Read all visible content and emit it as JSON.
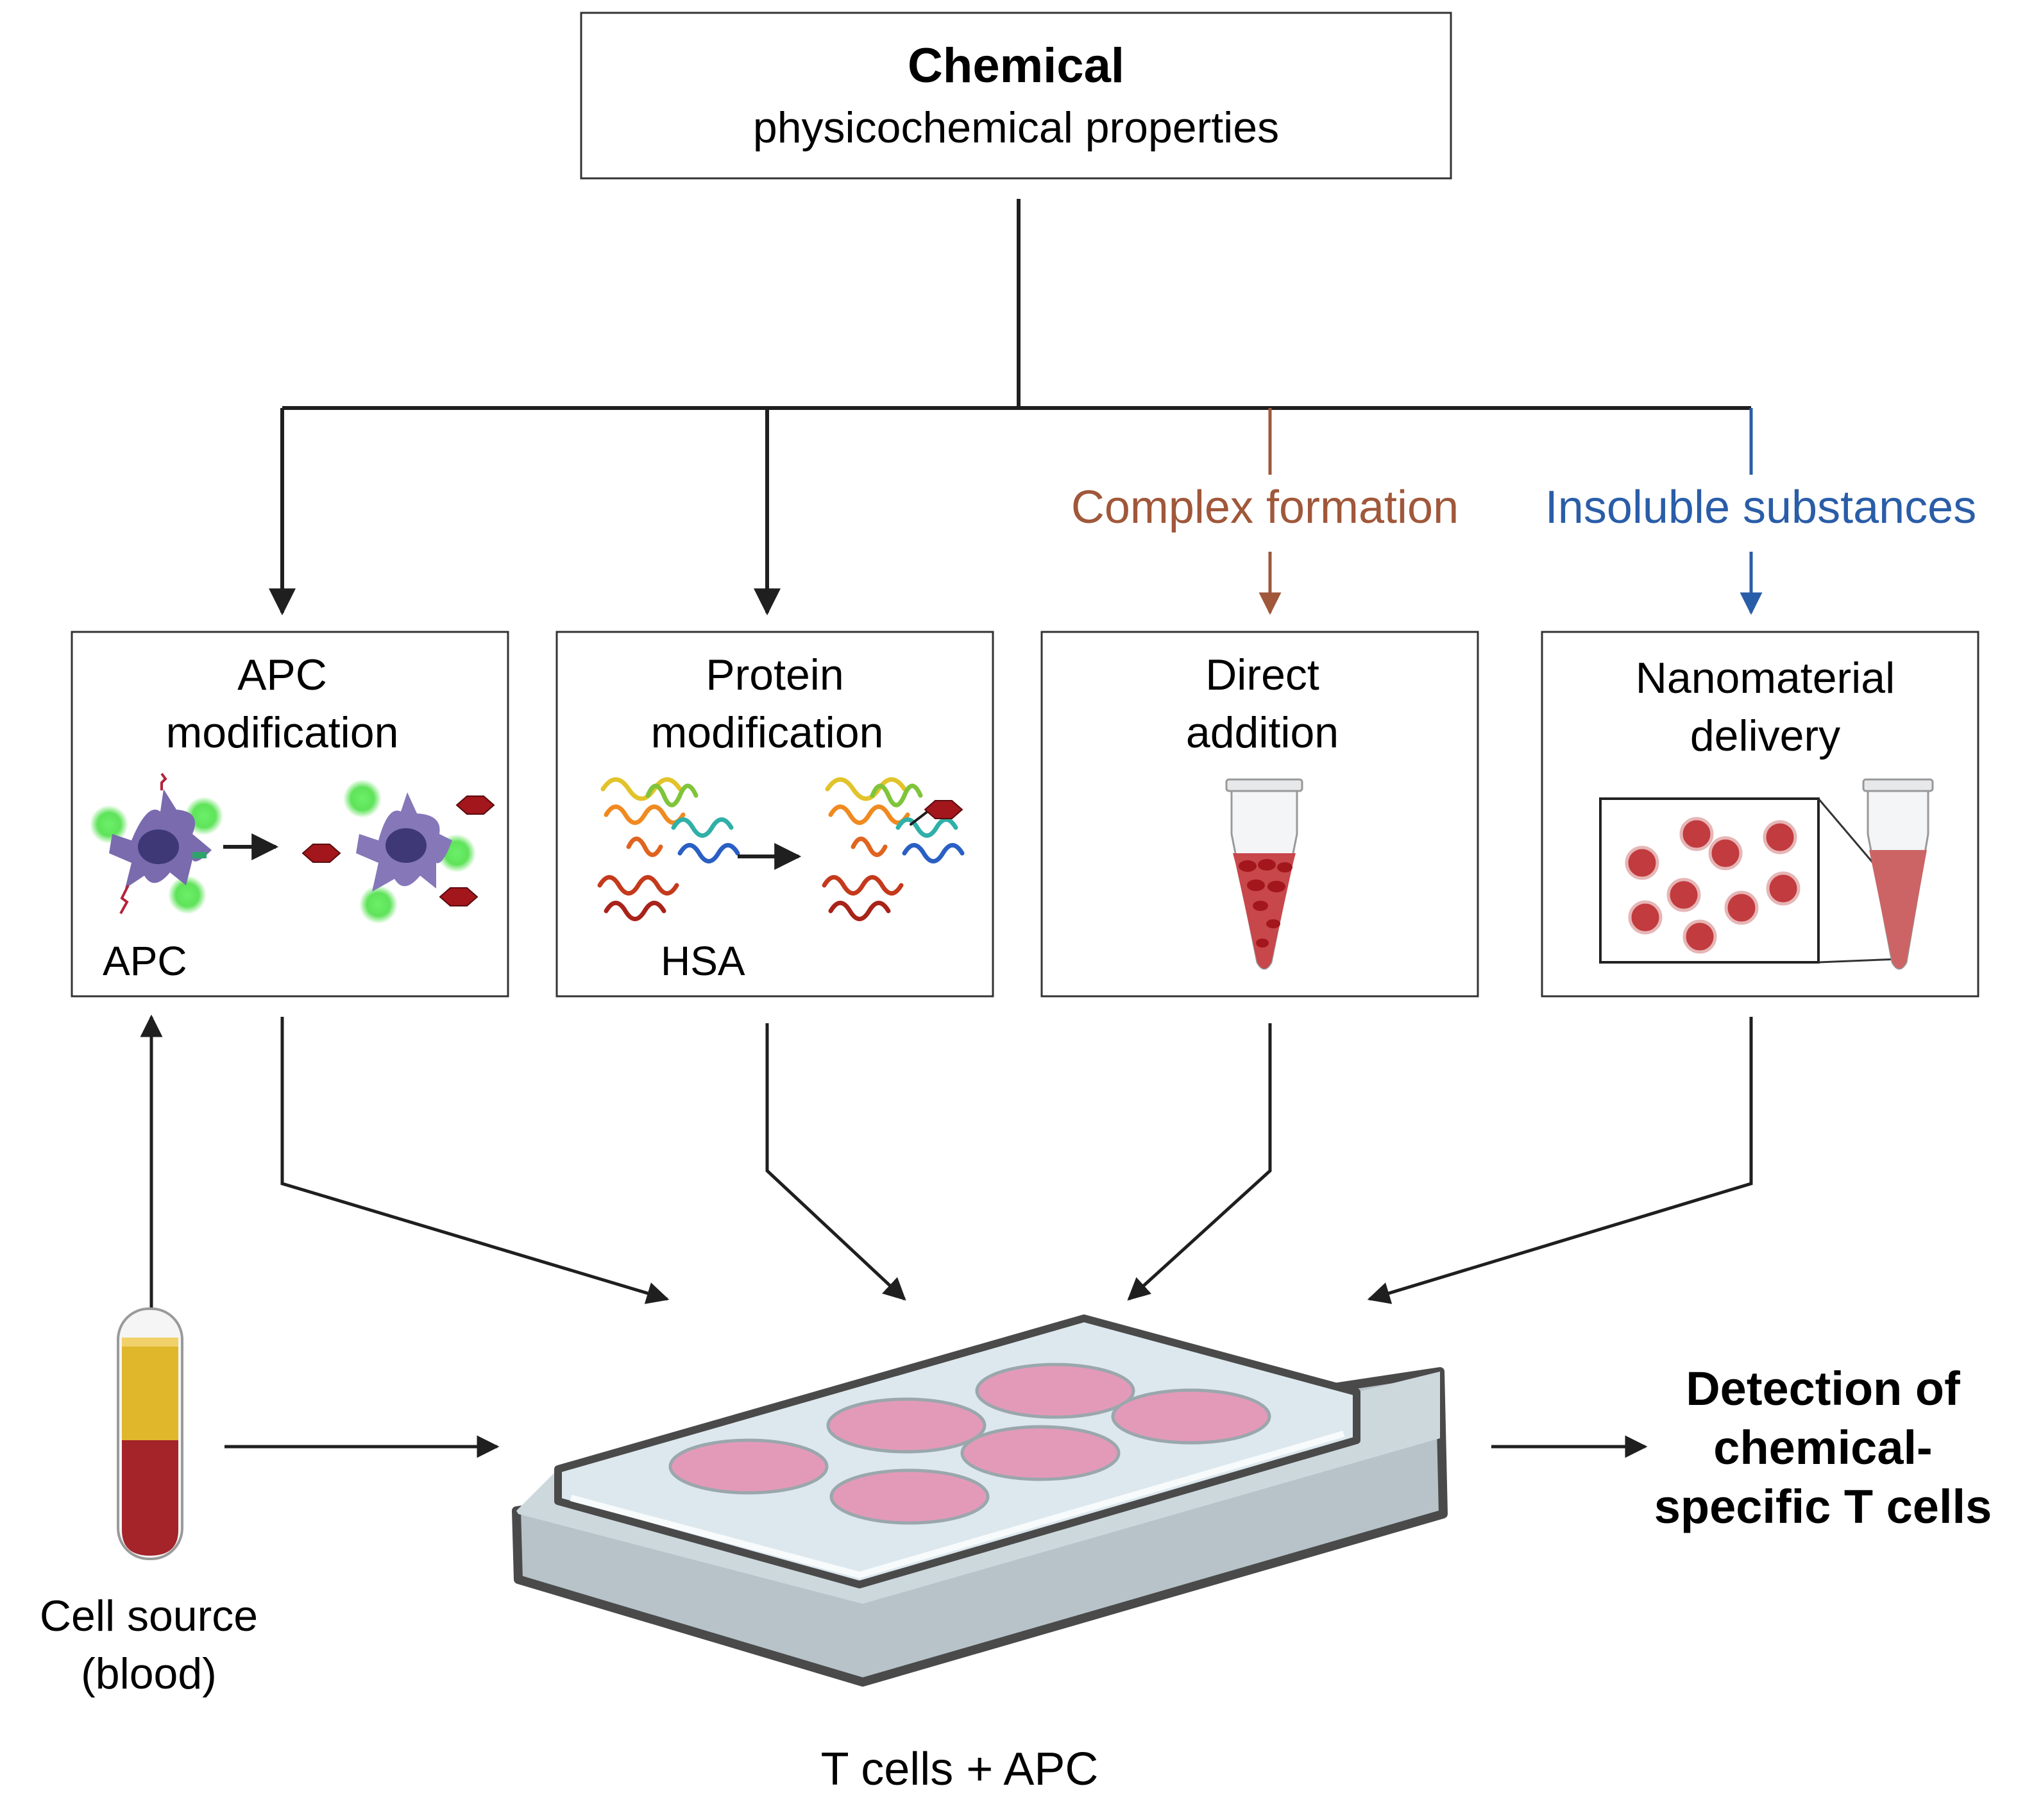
{
  "top_box": {
    "title": "Chemical",
    "subtitle": "physicochemical properties"
  },
  "branch_labels": {
    "complex": {
      "text": "Complex formation",
      "color": "#a0573a"
    },
    "insoluble": {
      "text": "Insoluble substances",
      "color": "#2a5da8"
    }
  },
  "boxes": [
    {
      "line1": "APC",
      "line2": "modification",
      "sublabel": "APC",
      "icon": "apc-cell-icon"
    },
    {
      "line1": "Protein",
      "line2": "modification",
      "sublabel": "HSA",
      "icon": "protein-structure-icon"
    },
    {
      "line1": "Direct",
      "line2": "addition",
      "icon": "tube-icon"
    },
    {
      "line1": "Nanomaterial",
      "line2": "delivery",
      "icon": "nanoparticle-icon"
    }
  ],
  "cell_source": {
    "line1": "Cell source",
    "line2": "(blood)",
    "icon": "blood-tube-icon"
  },
  "plate": {
    "label": "T cells + APC",
    "icon": "well-plate-icon"
  },
  "result": {
    "line1": "Detection of",
    "line2": "chemical-",
    "line3": "specific T cells"
  },
  "colors": {
    "line": "#1f1f1f",
    "well": "#e39ab8",
    "plate": "#c7d1d6",
    "plate_top": "#dde8ee",
    "blood_red": "#a4242a",
    "plasma": "#e0b62a",
    "apc_cell": "#7a6aae",
    "glow": "#5fe35a",
    "hexagon": "#a3161c"
  }
}
